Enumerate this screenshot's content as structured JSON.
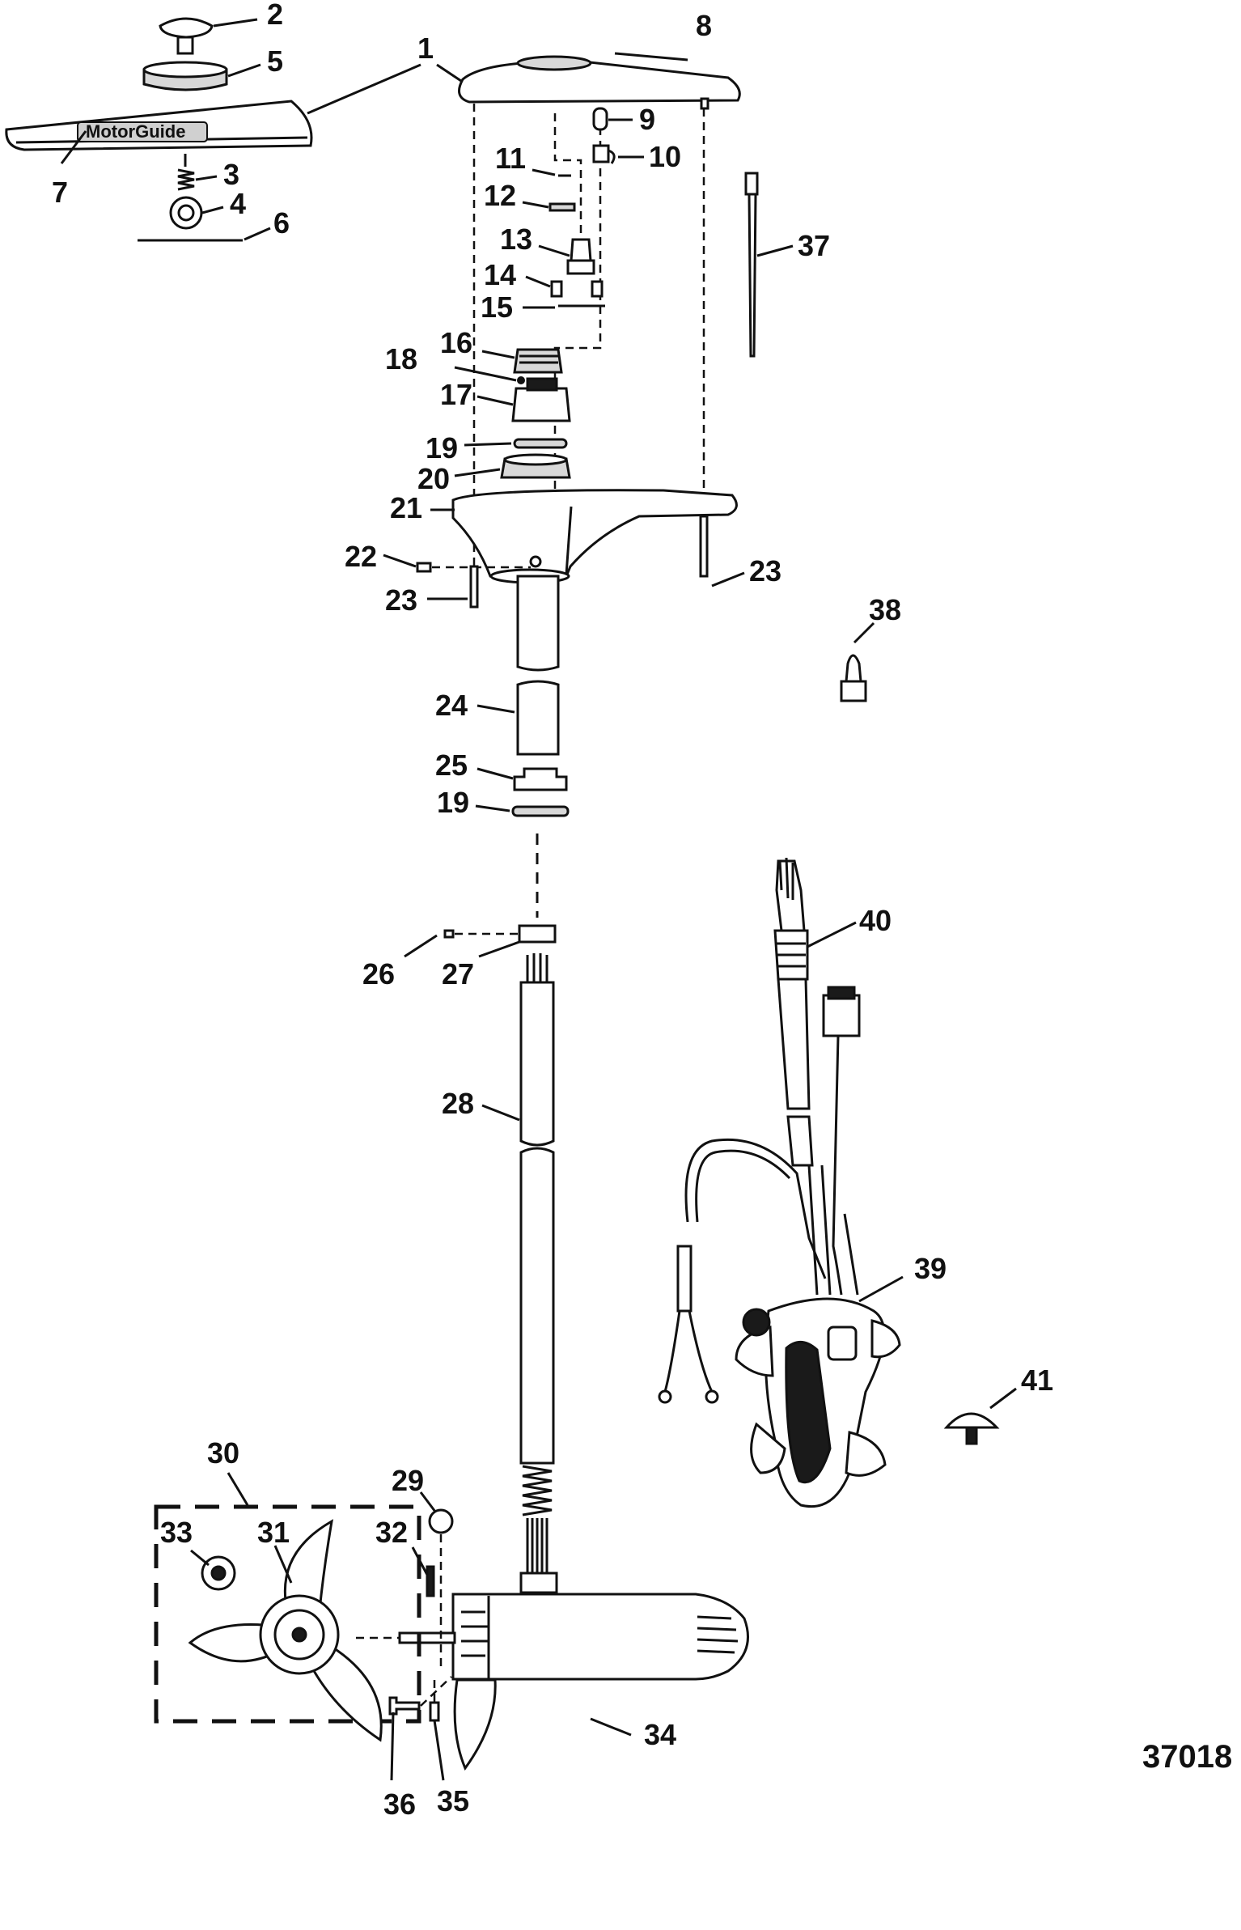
{
  "callouts": {
    "c1": "1",
    "c2": "2",
    "c3": "3",
    "c4": "4",
    "c5": "5",
    "c6": "6",
    "c7": "7",
    "c8": "8",
    "c9": "9",
    "c10": "10",
    "c11": "11",
    "c12": "12",
    "c13": "13",
    "c14": "14",
    "c15": "15",
    "c16": "16",
    "c17": "17",
    "c18": "18",
    "c19a": "19",
    "c19b": "19",
    "c20": "20",
    "c21": "21",
    "c22": "22",
    "c23a": "23",
    "c23b": "23",
    "c24": "24",
    "c25": "25",
    "c26": "26",
    "c27": "27",
    "c28": "28",
    "c29": "29",
    "c30": "30",
    "c31": "31",
    "c32": "32",
    "c33": "33",
    "c34": "34",
    "c35": "35",
    "c36": "36",
    "c37": "37",
    "c38": "38",
    "c39": "39",
    "c40": "40",
    "c41": "41"
  },
  "drawing_number": "37018",
  "logo_text": "MotorGuide"
}
